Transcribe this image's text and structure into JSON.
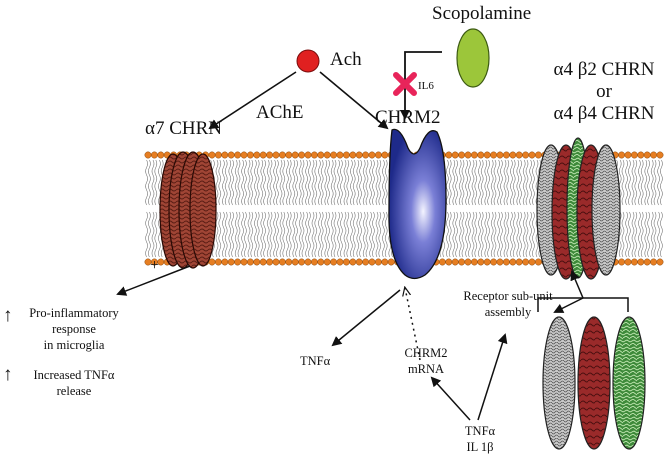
{
  "labels": {
    "scopolamine": "Scopolamine",
    "ach": "Ach",
    "il6": "IL6",
    "ache": "AChE",
    "alpha7": "α7 CHRN",
    "chrm2": "CHRM2",
    "a4b2": "α4 β2 CHRN",
    "or": "or",
    "a4b4": "α4 β4 CHRN",
    "plus": "+",
    "proinflam_1": "Pro-inflammatory",
    "proinflam_2": "response",
    "proinflam_3": "in microglia",
    "tnfa_release_1": "Increased TNFα",
    "tnfa_release_2": "release",
    "tnfa_out": "TNFα",
    "chrm2_mrna_1": "CHRM2",
    "chrm2_mrna_2": "mRNA",
    "receptor_assembly_1": "Receptor sub-unit",
    "receptor_assembly_2": "assembly",
    "tnfa_bottom": "TNFα",
    "il1b": "IL 1β"
  },
  "up_arrow": "↑",
  "colors": {
    "ach_dot": "#e02020",
    "scopolamine": "#9cc63a",
    "block_x": "#e8245a",
    "membrane_head": "#e67e22",
    "alpha7_receptor": "#9a4a3a",
    "chrm2_receptor": "#3a3fa8",
    "subunit_grey": "#9a9a9a",
    "subunit_red": "#a33030",
    "subunit_green": "#3e8a3a"
  }
}
